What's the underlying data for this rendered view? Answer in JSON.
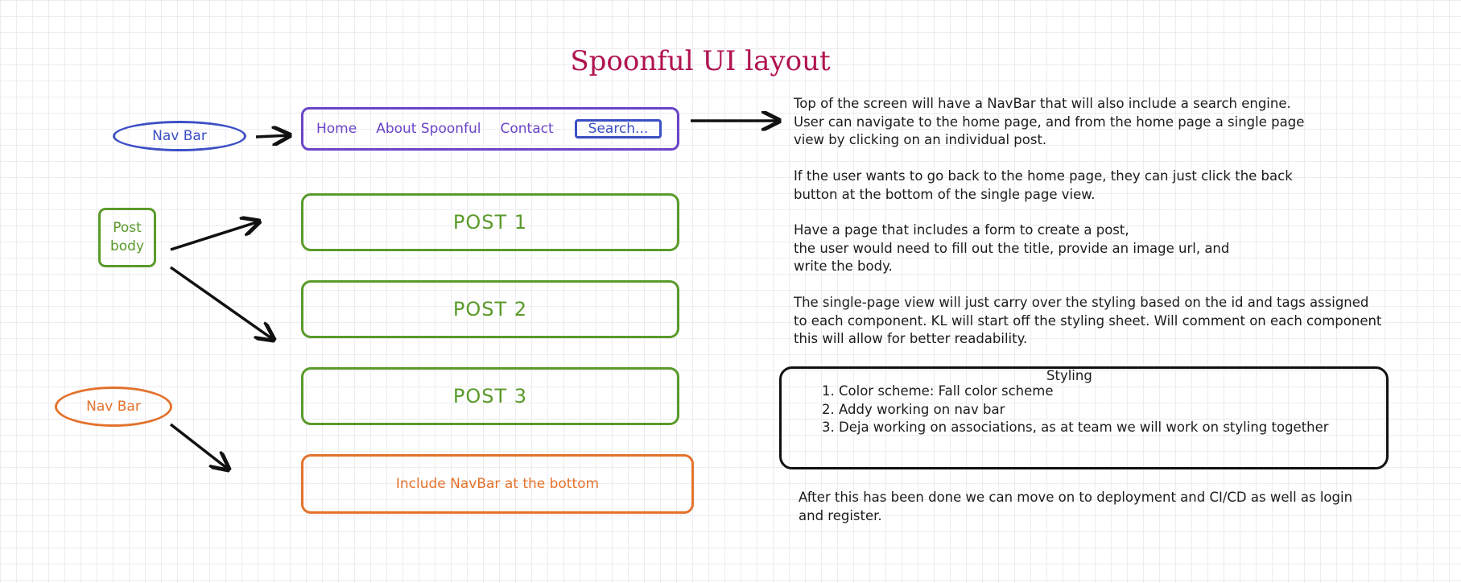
{
  "title": "Spoonful UI layout",
  "labels": {
    "nav_bar_top": "Nav Bar",
    "post_body": "Post body",
    "nav_bar_bottom": "Nav Bar"
  },
  "navbar": {
    "home": "Home",
    "about": "About Spoonful",
    "contact": "Contact",
    "search": "Search..."
  },
  "posts": [
    "POST 1",
    "POST 2",
    "POST 3"
  ],
  "footer_box": "Include NavBar at the bottom",
  "notes": {
    "p1": "Top of the screen will have a NavBar that will also include a search engine.\nUser can navigate to the home page, and from the home page a single page\nview by clicking on an individual post.",
    "p2": "If the user wants to go back to the home page, they can just click the back\nbutton at the bottom of the single page view.",
    "p3": "Have a page that includes a form to create a post,\nthe user would need to fill out the title, provide an image url, and\nwrite the body.",
    "p4": "The single-page view will just carry over the styling based on the id and tags assigned\nto each component. KL will start off the styling sheet. Will comment on each component\nthis will allow for better readability."
  },
  "styling": {
    "title": "Styling",
    "items": [
      "Color scheme: Fall color scheme",
      "Addy working on nav bar",
      "Deja working on associations, as at team we will work on styling together"
    ]
  },
  "after_note": "After this has been done we can move on to deployment and CI/CD as well as login\nand register.",
  "colors": {
    "title": "#b0134f",
    "nav_blue": "#3b4fc4",
    "nav_purple": "#6a45c8",
    "post_green": "#5a9a2a",
    "footer_orange": "#e4722c"
  }
}
